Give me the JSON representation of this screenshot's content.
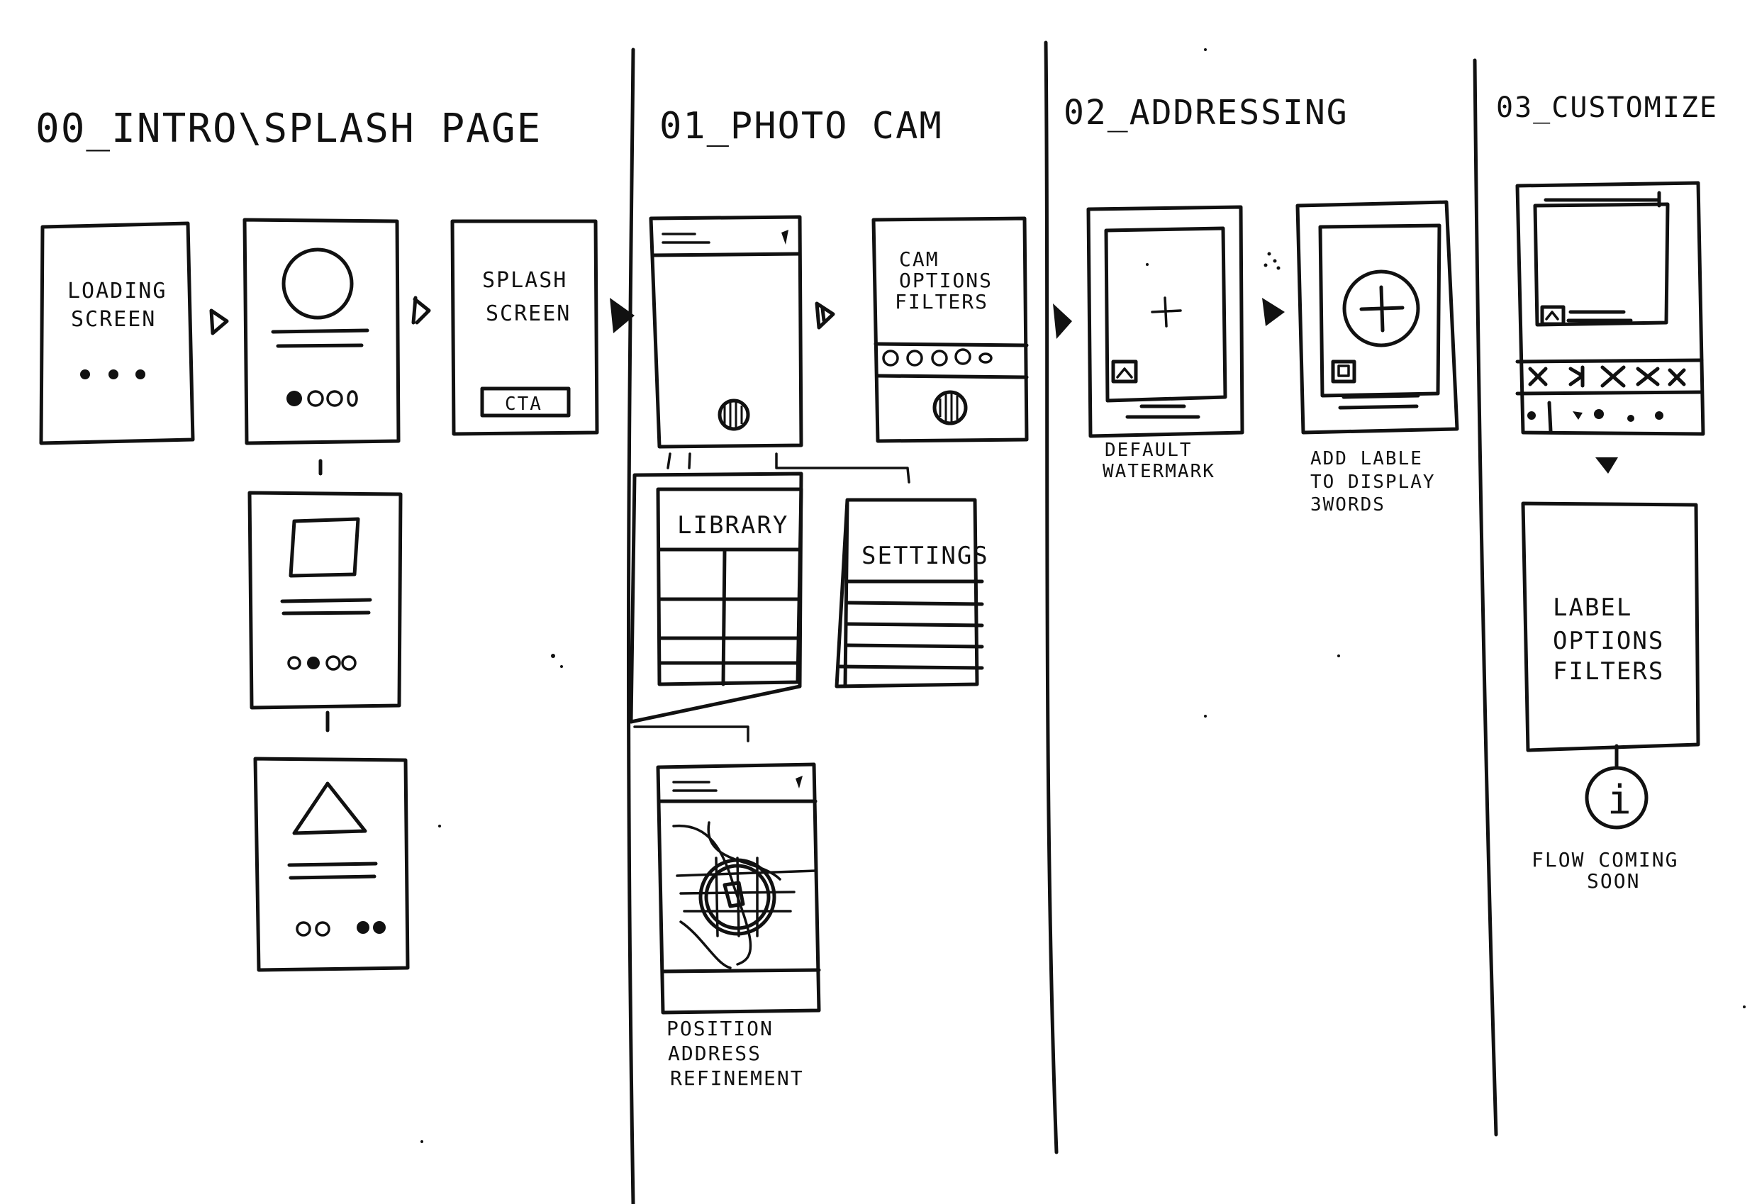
{
  "sections": [
    {
      "id": "intro",
      "title": "00_INTRO\\SPLASH PAGE"
    },
    {
      "id": "photo",
      "title": "01_PHOTO CAM"
    },
    {
      "id": "addressing",
      "title": "02_ADDRESSING"
    },
    {
      "id": "customize",
      "title": "03_CUSTOMIZE"
    }
  ],
  "screens": {
    "loading": {
      "line1": "LOADING",
      "line2": "SCREEN"
    },
    "splash": {
      "line1": "SPLASH",
      "line2": "SCREEN",
      "cta": "CTA"
    },
    "cam_options": {
      "line1": "CAM",
      "line2": "OPTIONS",
      "line3": "FILTERS"
    },
    "library": {
      "title": "LIBRARY"
    },
    "settings": {
      "title": "SETTINGS"
    },
    "label_options": {
      "line1": "LABEL",
      "line2": "OPTIONS",
      "line3": "FILTERS"
    }
  },
  "notes": {
    "position_refinement": {
      "line1": "POSITION",
      "line2": "ADDRESS",
      "line3": "REFINEMENT"
    },
    "default_watermark": {
      "line1": "DEFAULT",
      "line2": "WATERMARK"
    },
    "add_label": {
      "line1": "ADD LABLE",
      "line2": "TO DISPLAY",
      "line3": "3WORDS"
    },
    "flow_coming_soon": {
      "line1": "FLOW COMING",
      "line2": "SOON"
    }
  },
  "info_glyph": "i",
  "colors": {
    "ink": "#111111",
    "paper": "#ffffff"
  }
}
